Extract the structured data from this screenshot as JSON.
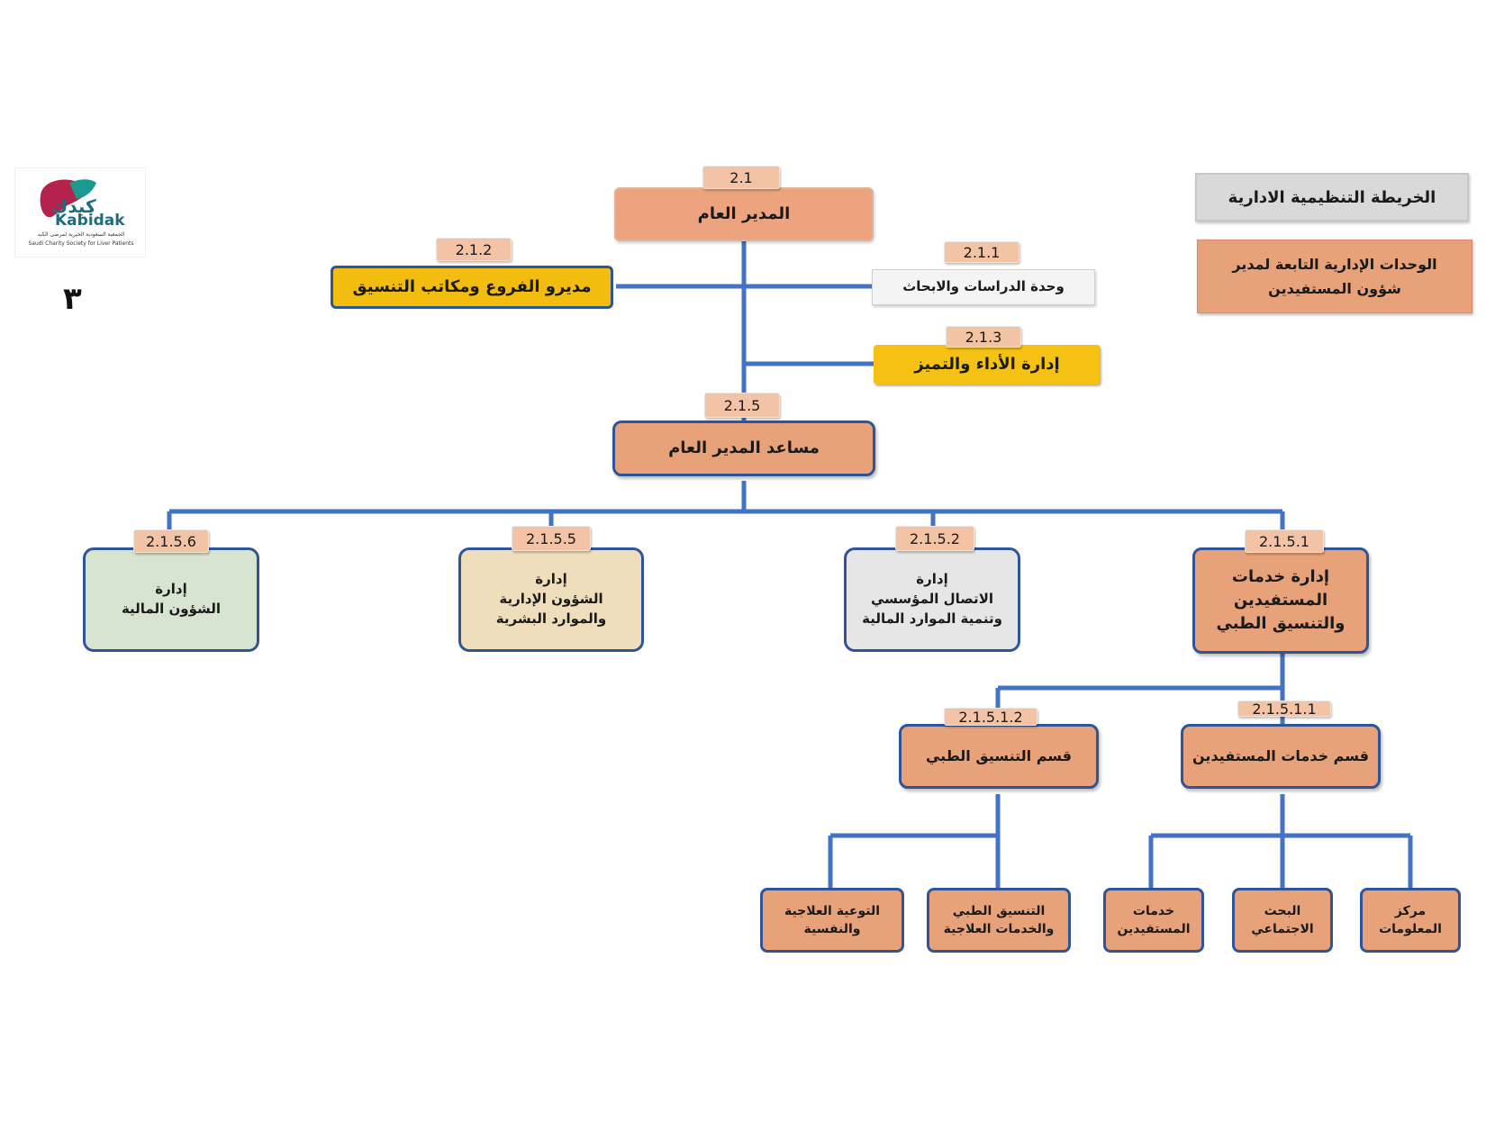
{
  "logo": {
    "arabic_name": "كبدك",
    "latin_name": "Kabidak",
    "arabic_subtitle": "الجمعية السعودية الخيرية لمرضى الكبد",
    "english_subtitle": "Saudi Charity Society for Liver Patients"
  },
  "page_number": "٣",
  "header": {
    "title": "الخريطة التنظيمية الادارية",
    "subtitle_line1": "الوحدات الإدارية التابعة لمدير",
    "subtitle_line2": "شؤون المستفيدين"
  },
  "nodes": {
    "n2_1": {
      "code": "2.1",
      "label": "المدير العام"
    },
    "n2_1_1": {
      "code": "2.1.1",
      "label": "وحدة الدراسات والابحاث"
    },
    "n2_1_2": {
      "code": "2.1.2",
      "label": "مديرو الفروع ومكاتب التنسيق"
    },
    "n2_1_3": {
      "code": "2.1.3",
      "label": "إدارة الأداء والتميز"
    },
    "n2_1_5": {
      "code": "2.1.5",
      "label": "مساعد المدير العام"
    },
    "n2_1_5_1": {
      "code": "2.1.5.1",
      "line1": "إدارة خدمات",
      "line2": "المستفيدين",
      "line3": "والتنسيق الطبي"
    },
    "n2_1_5_2": {
      "code": "2.1.5.2",
      "line1": "إدارة",
      "line2": "الاتصال المؤسسي",
      "line3": "وتنمية الموارد المالية"
    },
    "n2_1_5_5": {
      "code": "2.1.5.5",
      "line1": "إدارة",
      "line2": "الشؤون الإدارية",
      "line3": "والموارد البشرية"
    },
    "n2_1_5_6": {
      "code": "2.1.5.6",
      "line1": "إدارة",
      "line2": "الشؤون المالية"
    },
    "n2_1_5_1_1": {
      "code": "2.1.5.1.1",
      "label": "قسم خدمات المستفيدين"
    },
    "n2_1_5_1_2": {
      "code": "2.1.5.1.2",
      "label": "قسم التنسيق الطبي"
    }
  },
  "leaves": {
    "info_center": {
      "line1": "مركز",
      "line2": "المعلومات"
    },
    "social_research": {
      "line1": "البحث",
      "line2": "الاجتماعي"
    },
    "beneficiary_services": {
      "line1": "خدمات",
      "line2": "المستفيدين"
    },
    "medical_coordination": {
      "line1": "التنسيق الطبي",
      "line2": "والخدمات العلاجية"
    },
    "therapeutic_awareness": {
      "line1": "التوعية العلاجية",
      "line2": "والنفسية"
    }
  },
  "colors": {
    "connector": "#4472c4",
    "orange_box": "#e8a27a",
    "yellow_box": "#f2bd0f",
    "border_blue": "#2f5597"
  }
}
